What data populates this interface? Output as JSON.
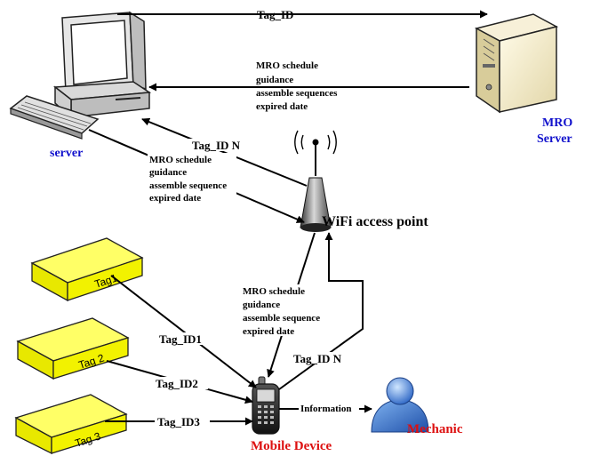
{
  "nodes": {
    "server_label": "server",
    "mro_server_label_1": "MRO",
    "mro_server_label_2": "Server",
    "wifi_label": "WiFi access point",
    "mobile_label": "Mobile Device",
    "mechanic_label": "Mechanic",
    "tags": [
      "Tag1",
      "Tag 2",
      "Tag 3"
    ]
  },
  "edges": {
    "tag_id_top": "Tag_ID",
    "tag_id_n_server": "Tag_ID N",
    "tag_id_n_mobile": "Tag_ID N",
    "tag_id1": "Tag_ID1",
    "tag_id2": "Tag_ID2",
    "tag_id3": "Tag_ID3",
    "information": "Information"
  },
  "info_blocks": {
    "mro_to_server": [
      "MRO schedule",
      "guidance",
      "assemble sequences",
      "expired date"
    ],
    "server_to_wifi": [
      "MRO schedule",
      "guidance",
      "assemble  sequence",
      "expired date"
    ],
    "wifi_to_mobile": [
      "MRO schedule",
      "guidance",
      "assemble sequence",
      "expired date"
    ]
  },
  "colors": {
    "tag_top": "#ffff66",
    "tag_side": "#e8e800",
    "server_label": "#1010cc",
    "red_label": "#dd1010",
    "mechanic_body": "#2f6fc8"
  }
}
